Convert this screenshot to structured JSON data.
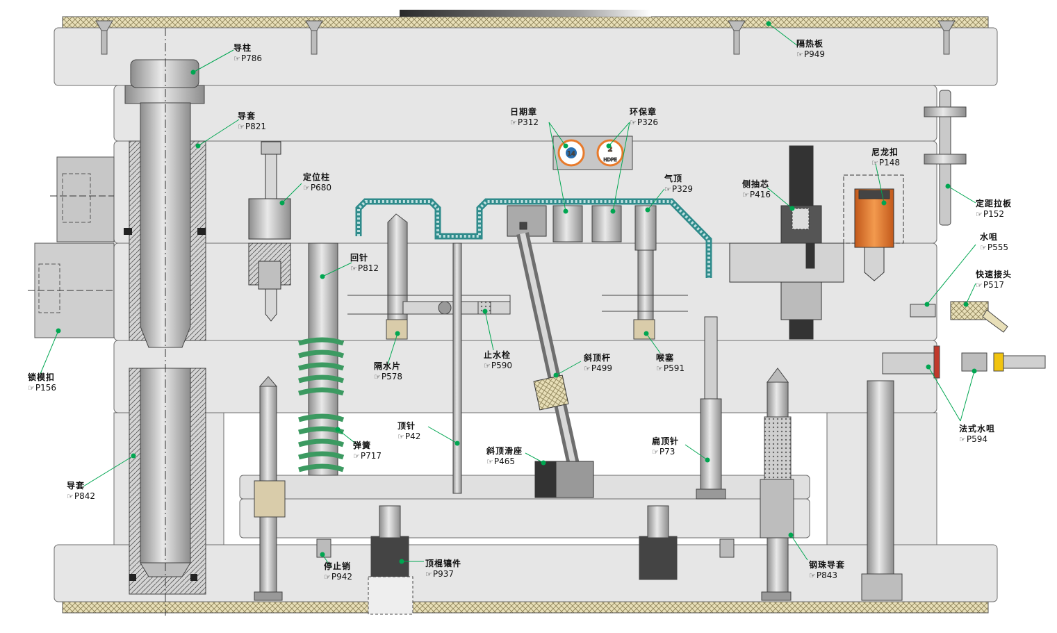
{
  "colors": {
    "plate": "#e6e6e6",
    "plate_dark": "#c8c8c8",
    "steel": "#b9b9b9",
    "dark": "#3c3c3c",
    "insulation": "#e8dfb8",
    "leader": "#00a651",
    "spring": "#3c9a61",
    "cooling": "#2e8b8b",
    "nylon": "#e87a2a",
    "throat": "#d9ccaa"
  },
  "ref_prefix_icon": "pointing-hand-icon",
  "labels": [
    {
      "id": "guide-pillar",
      "name": "导柱",
      "ref": "P786"
    },
    {
      "id": "heat-insulation",
      "name": "隔热板",
      "ref": "P949"
    },
    {
      "id": "guide-bush-top",
      "name": "导套",
      "ref": "P821"
    },
    {
      "id": "date-stamp",
      "name": "日期章",
      "ref": "P312"
    },
    {
      "id": "eco-stamp",
      "name": "环保章",
      "ref": "P326"
    },
    {
      "id": "nylon-lock",
      "name": "尼龙扣",
      "ref": "P148"
    },
    {
      "id": "locating-pin",
      "name": "定位柱",
      "ref": "P680"
    },
    {
      "id": "air-poppet",
      "name": "气顶",
      "ref": "P329"
    },
    {
      "id": "side-core",
      "name": "侧抽芯",
      "ref": "P416"
    },
    {
      "id": "puller-plate",
      "name": "定距拉板",
      "ref": "P152"
    },
    {
      "id": "water-plug",
      "name": "水咀",
      "ref": "P555"
    },
    {
      "id": "return-pin",
      "name": "回针",
      "ref": "P812"
    },
    {
      "id": "quick-coupler",
      "name": "快速接头",
      "ref": "P517"
    },
    {
      "id": "stop-plug",
      "name": "止水栓",
      "ref": "P590"
    },
    {
      "id": "baffle",
      "name": "隔水片",
      "ref": "P578"
    },
    {
      "id": "lifter-rod",
      "name": "斜顶杆",
      "ref": "P499"
    },
    {
      "id": "throat-plug",
      "name": "喉塞",
      "ref": "P591"
    },
    {
      "id": "mold-lock",
      "name": "锁模扣",
      "ref": "P156"
    },
    {
      "id": "french-nozzle",
      "name": "法式水咀",
      "ref": "P594"
    },
    {
      "id": "ejector-pin",
      "name": "顶针",
      "ref": "P42"
    },
    {
      "id": "spring",
      "name": "弹簧",
      "ref": "P717"
    },
    {
      "id": "flat-ejector",
      "name": "扁顶针",
      "ref": "P73"
    },
    {
      "id": "lifter-slide-base",
      "name": "斜顶滑座",
      "ref": "P465"
    },
    {
      "id": "guide-bush-bottom",
      "name": "导套",
      "ref": "P842"
    },
    {
      "id": "stop-pin",
      "name": "停止销",
      "ref": "P942"
    },
    {
      "id": "kicker-insert",
      "name": "顶棍镶件",
      "ref": "P937"
    },
    {
      "id": "ball-bush",
      "name": "钢珠导套",
      "ref": "P843"
    }
  ],
  "stamps": {
    "date_number": "14",
    "recycle_number": "2",
    "recycle_text": "HDPE"
  }
}
